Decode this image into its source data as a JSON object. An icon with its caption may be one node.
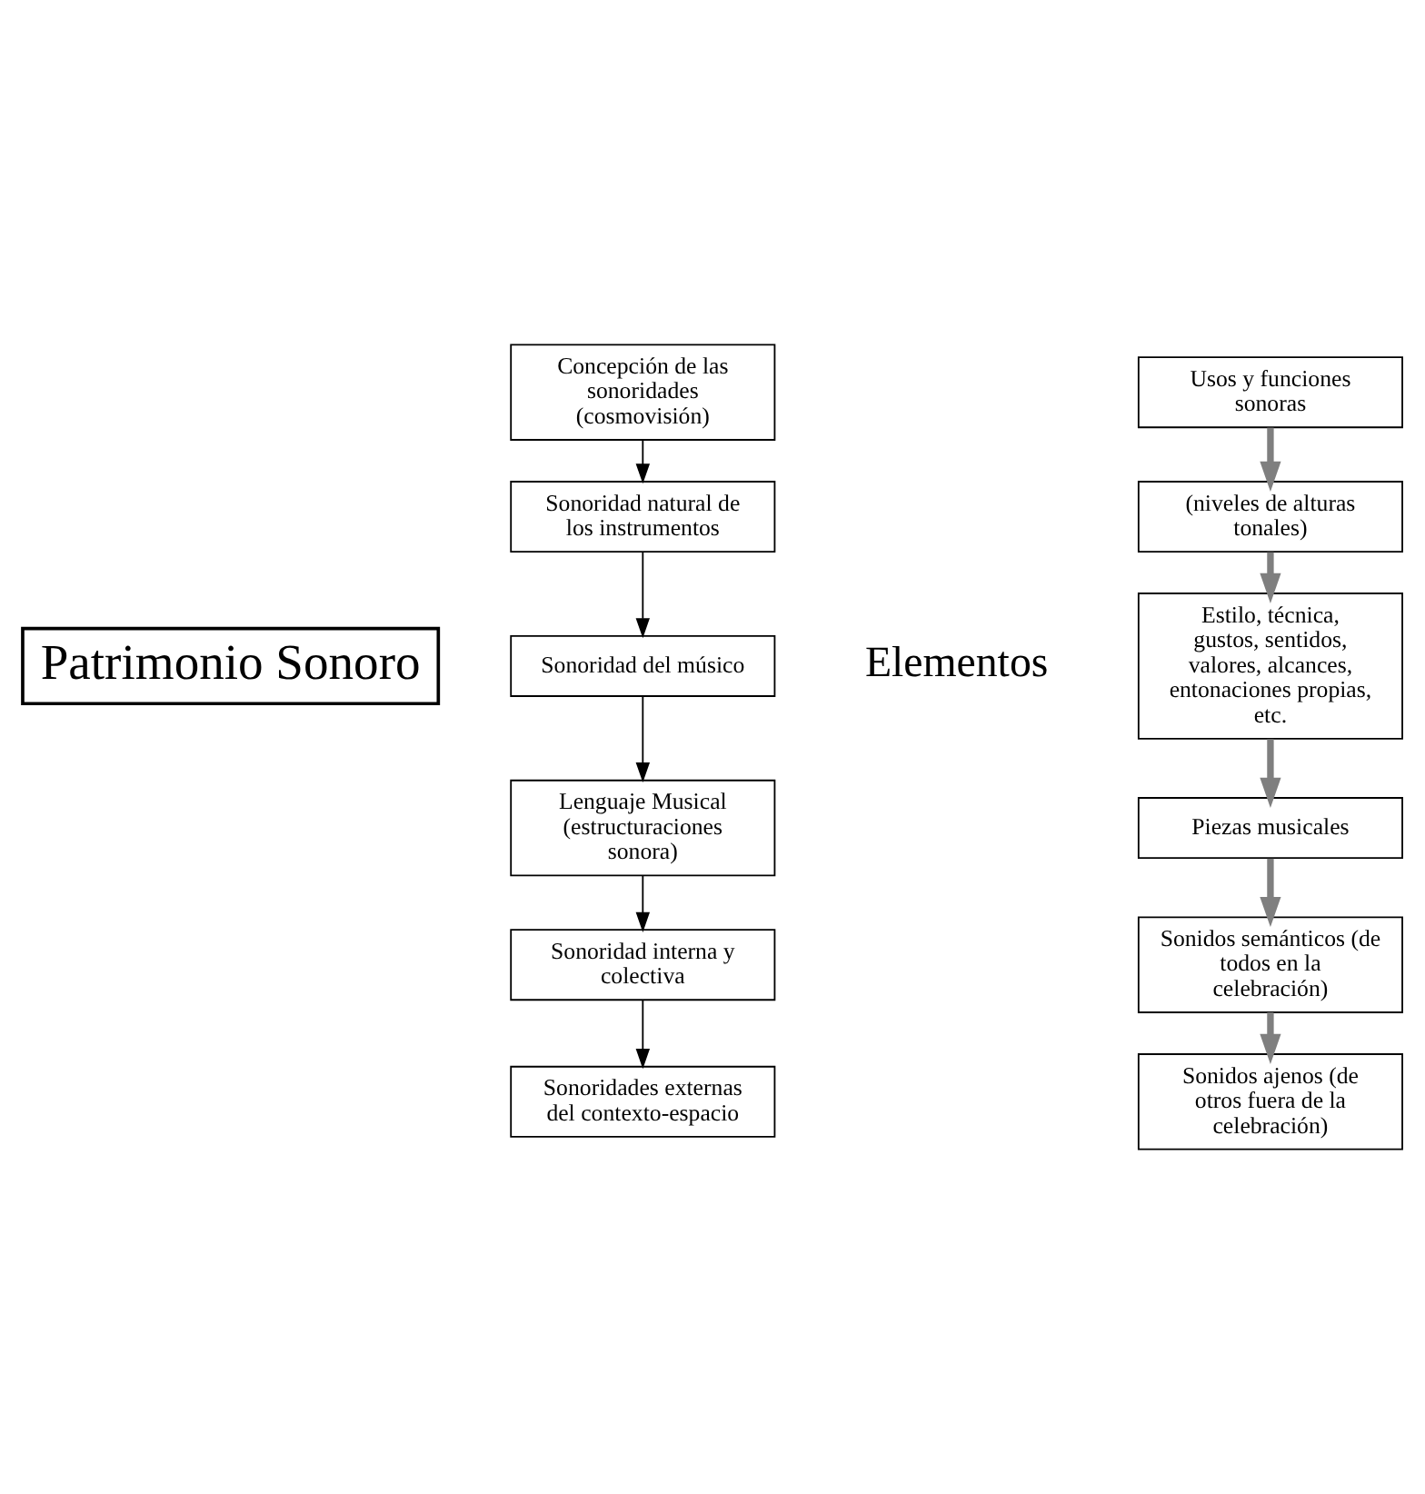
{
  "diagram": {
    "nodes": [
      {
        "text": [
          "Patrimonio Sonoro"
        ]
      },
      {
        "text": [
          "Concepción de las sonoridades (cosmovisión)"
        ]
      },
      {
        "text": [
          "Sonoridad natural de los instrumentos"
        ]
      },
      {
        "text": [
          "Sonoridad del músico"
        ]
      },
      {
        "text": [
          "Lenguaje Musical (estructuraciones sonora)"
        ]
      },
      {
        "text": [
          "Sonoridad interna y colectiva"
        ]
      },
      {
        "text": [
          "Sonoridades externas del contexto-espacio"
        ]
      },
      {
        "text": [
          "Usos y funciones sonoras"
        ]
      },
      {
        "text": [
          "(niveles de alturas tonales)"
        ]
      },
      {
        "text": [
          "Estilo, técnica, gustos, sentidos, valores, alcances, entonaciones propias, etc."
        ]
      },
      {
        "text": [
          "Piezas musicales"
        ]
      },
      {
        "text": [
          "Sonidos semánticos (de todos en la celebración)"
        ]
      },
      {
        "text": [
          "Sonidos ajenos (de otros fuera de la celebración)"
        ]
      }
    ],
    "edges": [
      {
        "from": 1,
        "to": 2,
        "arrow": "to"
      },
      {
        "from": 2,
        "to": 3,
        "arrow": "to"
      },
      {
        "from": 3,
        "to": 4,
        "arrow": "to"
      },
      {
        "from": 4,
        "to": 5,
        "arrow": "to"
      },
      {
        "from": 5,
        "to": 6,
        "arrow": "to"
      },
      {
        "from": 7,
        "to": 8,
        "arrow": "to",
        "style": "thick",
        "color": "#7f7f7f"
      },
      {
        "from": 8,
        "to": 9,
        "arrow": "to",
        "style": "thick",
        "color": "#7f7f7f"
      },
      {
        "from": 9,
        "to": 10,
        "arrow": "to",
        "style": "thick",
        "color": "#7f7f7f"
      },
      {
        "from": 10,
        "to": 11,
        "arrow": "to",
        "style": "thick",
        "color": "#7f7f7f"
      },
      {
        "from": 11,
        "to": 12,
        "arrow": "to",
        "style": "thick",
        "color": "#7f7f7f"
      }
    ],
    "labels": [
      "Elementos"
    ]
  }
}
